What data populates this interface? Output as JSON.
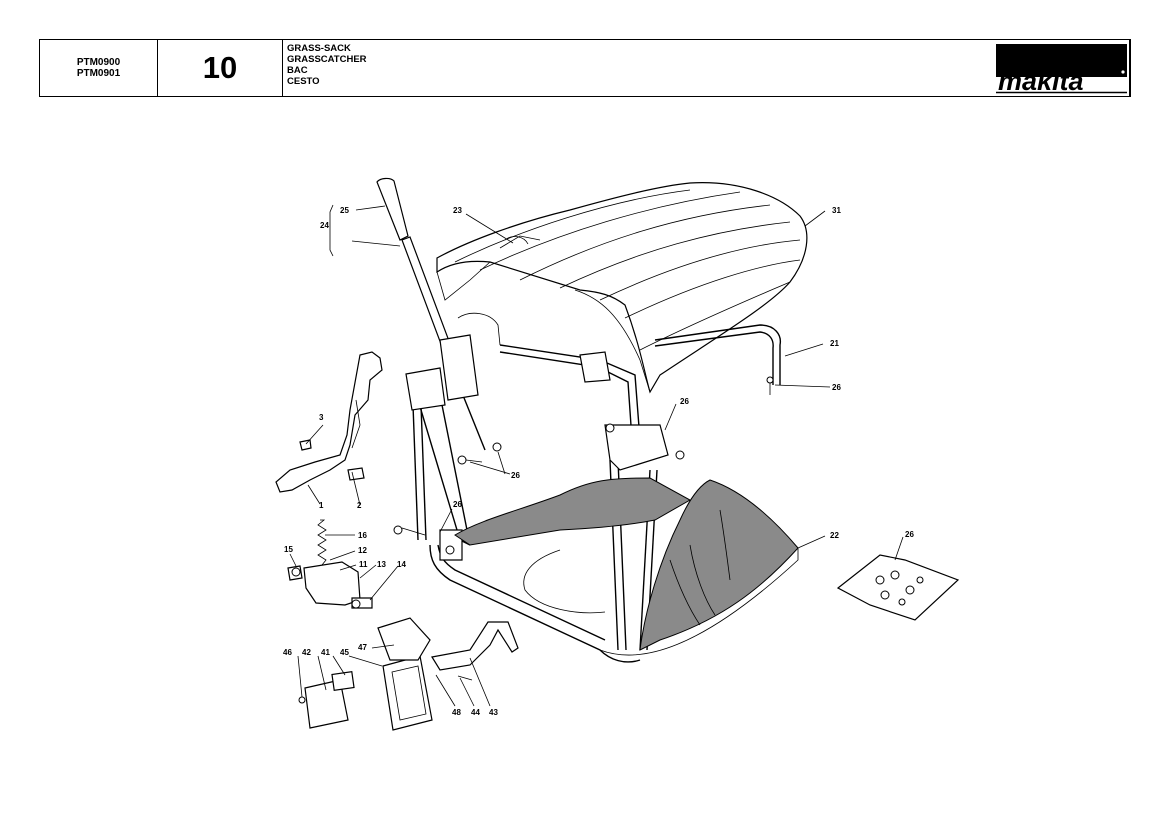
{
  "header": {
    "model_codes": [
      "PTM0900",
      "PTM0901"
    ],
    "page_number": "10",
    "titles": [
      "GRASS-SACK",
      "GRASSCATCHER",
      "BAC",
      "CESTO"
    ],
    "brand": "makita"
  },
  "callouts": {
    "c1": "1",
    "c2": "2",
    "c3": "3",
    "c11": "11",
    "c12": "12",
    "c13": "13",
    "c14": "14",
    "c15": "15",
    "c16": "16",
    "c21": "21",
    "c22": "22",
    "c23": "23",
    "c24": "24",
    "c25": "25",
    "c26a": "26",
    "c26b": "26",
    "c26c": "26",
    "c26d": "26",
    "c26e": "26",
    "c31": "31",
    "c41": "41",
    "c42": "42",
    "c43": "43",
    "c44": "44",
    "c45": "45",
    "c46": "46",
    "c47": "47",
    "c48": "48"
  }
}
